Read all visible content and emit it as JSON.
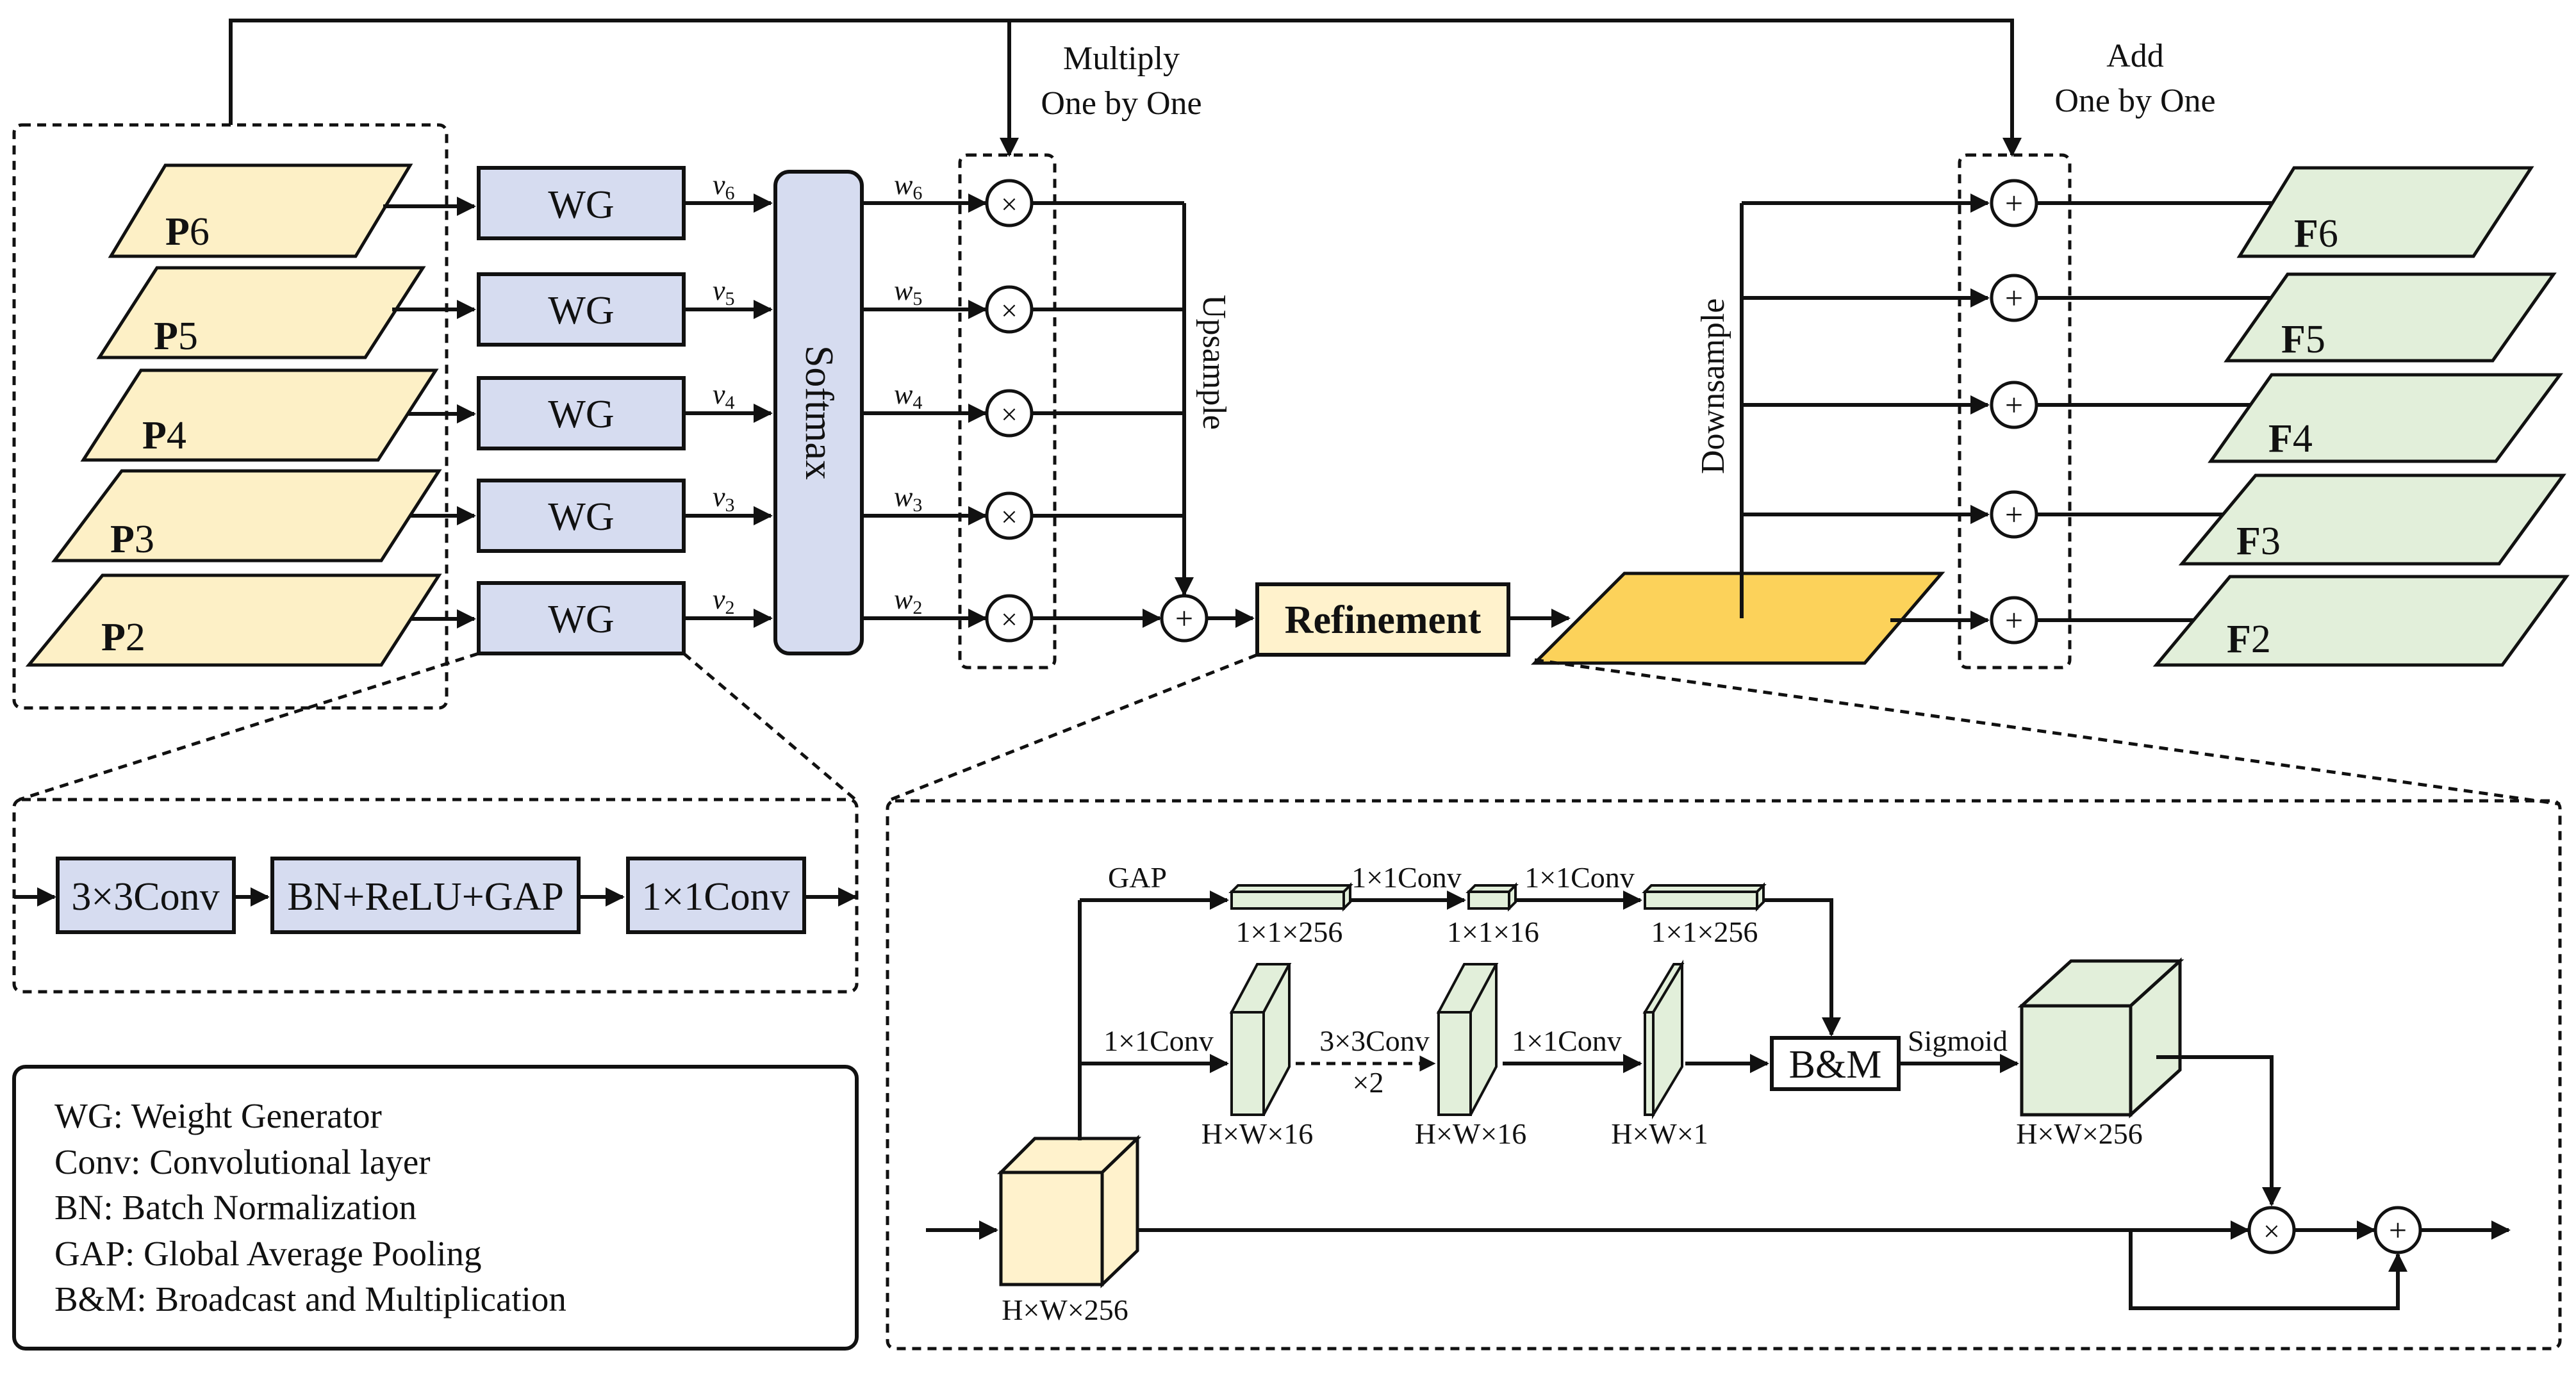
{
  "colors": {
    "wg_fill": "#d6dcf0",
    "p_fill": "#fdf0c6",
    "f_fill": "#e2efda",
    "fused_fill": "#fcd25a",
    "refine_fill": "#fff2cc",
    "line": "#111111"
  },
  "top": {
    "multiply_line1": "Multiply",
    "multiply_line2": "One by One",
    "add_line1": "Add",
    "add_line2": "One by One",
    "upsample": "Upsample",
    "downsample": "Downsample",
    "softmax": "Softmax",
    "refinement": "Refinement"
  },
  "levels": [
    {
      "p": "P",
      "f": "F",
      "num": "6",
      "wg": "WG",
      "v": "v",
      "w": "w",
      "sub": "6"
    },
    {
      "p": "P",
      "f": "F",
      "num": "5",
      "wg": "WG",
      "v": "v",
      "w": "w",
      "sub": "5"
    },
    {
      "p": "P",
      "f": "F",
      "num": "4",
      "wg": "WG",
      "v": "v",
      "w": "w",
      "sub": "4"
    },
    {
      "p": "P",
      "f": "F",
      "num": "3",
      "wg": "WG",
      "v": "v",
      "w": "w",
      "sub": "3"
    },
    {
      "p": "P",
      "f": "F",
      "num": "2",
      "wg": "WG",
      "v": "v",
      "w": "w",
      "sub": "2"
    }
  ],
  "wg_detail": {
    "conv3": "3×3Conv",
    "bn": "BN+ReLU+GAP",
    "conv1": "1×1Conv"
  },
  "legend": [
    "WG: Weight Generator",
    "Conv: Convolutional layer",
    "BN: Batch Normalization",
    "GAP: Global Average Pooling",
    "B&M: Broadcast and Multiplication"
  ],
  "refine_detail": {
    "gap": "GAP",
    "conv1_a": "1×1Conv",
    "conv1_b": "1×1Conv",
    "c256a": "1×1×256",
    "c16": "1×1×16",
    "c256b": "1×1×256",
    "conv1_mid": "1×1Conv",
    "conv3": "3×3Conv",
    "times2": "×2",
    "conv1_c": "1×1Conv",
    "hw16a": "H×W×16",
    "hw16b": "H×W×16",
    "hw1": "H×W×1",
    "bm": "B&M",
    "sigmoid": "Sigmoid",
    "hw256_out": "H×W×256",
    "hw256_in": "H×W×256"
  }
}
